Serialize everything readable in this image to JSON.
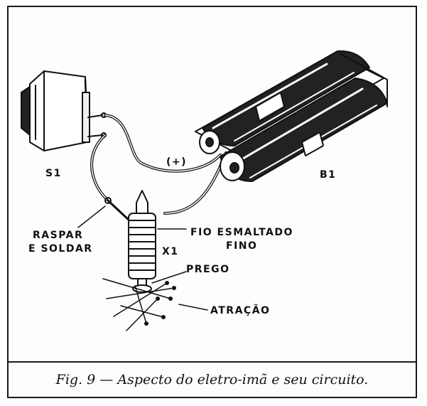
{
  "labels": {
    "switch": "S1",
    "battery": "B1",
    "polarity": "(+)",
    "raspar_line1": "RASPAR",
    "raspar_line2": "E SOLDAR",
    "wire_line1": "FIO ESMALTADO",
    "wire_line2": "FINO",
    "coil": "X1",
    "nail": "PREGO",
    "attraction": "ATRAÇÃO"
  },
  "caption": "Fig. 9 — Aspecto do eletro-imã e seu circuito.",
  "colors": {
    "ink": "#111111",
    "paper": "#fdfdfb"
  }
}
